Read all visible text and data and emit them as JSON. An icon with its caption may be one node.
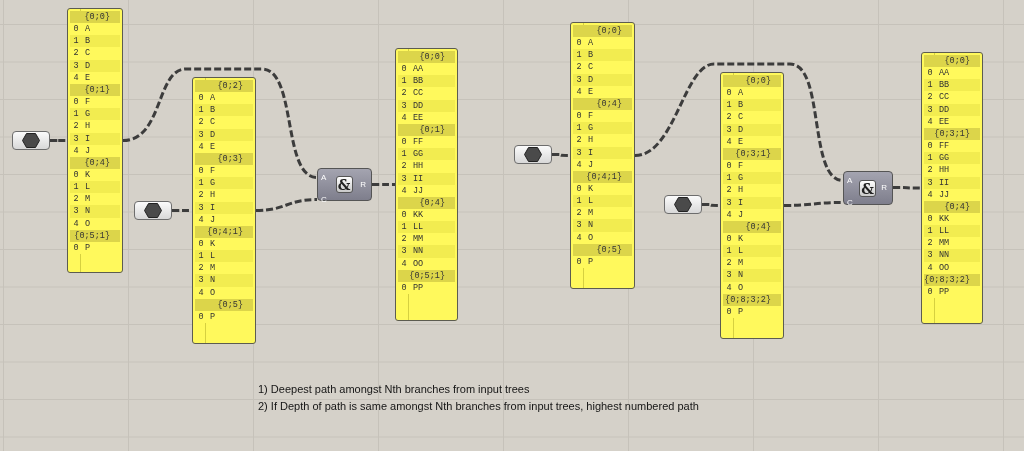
{
  "diagram": {
    "nodes": [
      {
        "text": [],
        "shape": "box"
      },
      {
        "text": [],
        "shape": "box"
      },
      {
        "text": [
          "{0;0}",
          "0",
          "A",
          "1",
          "B",
          "2",
          "C",
          "3",
          "D",
          "4",
          "E"
        ],
        "in": 1
      },
      {
        "text": [
          "{0;1}",
          "0",
          "F",
          "1",
          "G",
          "2",
          "H",
          "3",
          "I",
          "4",
          "J"
        ],
        "in": 1
      },
      {
        "text": [
          "{0;4}",
          "0",
          "K",
          "1",
          "L",
          "2",
          "M",
          "3",
          "N",
          "4",
          "O"
        ],
        "in": 1
      },
      {
        "text": [
          "{0;5;1}",
          "0",
          "P"
        ],
        "in": 1
      },
      {
        "text": [],
        "shape": "box"
      },
      {
        "text": [],
        "shape": "box"
      },
      {
        "text": [
          "{0;2}",
          "0",
          "A",
          "1",
          "B",
          "2",
          "C",
          "3",
          "D",
          "4",
          "E"
        ],
        "in": 7
      },
      {
        "text": [
          "{0;3}",
          "0",
          "F",
          "1",
          "G",
          "2",
          "H",
          "3",
          "I",
          "4",
          "J"
        ],
        "in": 7
      },
      {
        "text": [
          "{0;4;1}",
          "0",
          "K",
          "1",
          "L",
          "2",
          "M",
          "3",
          "N",
          "4",
          "O"
        ],
        "in": 7
      },
      {
        "text": [
          "{0;5}",
          "0",
          "P"
        ],
        "in": 7
      },
      {
        "text": [
          "A",
          "C",
          "&",
          "R"
        ]
      },
      {
        "text": [],
        "shape": "box"
      },
      {
        "text": [
          "{0;0}",
          "0",
          "AA",
          "1",
          "BB",
          "2",
          "CC",
          "3",
          "DD",
          "4",
          "EE"
        ],
        "in": 13
      },
      {
        "text": [
          "{0;1}",
          "0",
          "FF",
          "1",
          "GG",
          "2",
          "HH",
          "3",
          "II",
          "4",
          "JJ"
        ],
        "in": 13
      },
      {
        "text": [
          "{0;4}",
          "0",
          "KK",
          "1",
          "LL",
          "2",
          "MM",
          "3",
          "NN",
          "4",
          "OO"
        ],
        "in": 13
      },
      {
        "text": [
          "{0;5;1}",
          "0",
          "PP"
        ],
        "in": 13
      },
      {
        "text": [],
        "shape": "box"
      },
      {
        "text": [],
        "shape": "box"
      },
      {
        "text": [
          "{0;0}",
          "0",
          "A",
          "1",
          "B",
          "2",
          "C",
          "3",
          "D",
          "4",
          "E"
        ],
        "in": 19
      },
      {
        "text": [
          "{0;4}",
          "0",
          "F",
          "1",
          "G",
          "2",
          "H",
          "3",
          "I",
          "4",
          "J"
        ],
        "in": 19
      },
      {
        "text": [
          "{0;4;1}",
          "0",
          "K",
          "1",
          "L",
          "2",
          "M",
          "3",
          "N",
          "4",
          "O"
        ],
        "in": 19
      },
      {
        "text": [
          "{0;5}",
          "0",
          "P"
        ],
        "in": 19
      },
      {
        "text": [],
        "shape": "box"
      },
      {
        "text": [],
        "shape": "box"
      },
      {
        "text": [
          "{0;0}",
          "0",
          "A",
          "1",
          "B",
          "2",
          "C",
          "3",
          "D",
          "4",
          "E"
        ],
        "in": 25
      },
      {
        "text": [
          "{0;3;1}",
          "0",
          "F",
          "1",
          "G",
          "2",
          "H",
          "3",
          "I",
          "4",
          "J"
        ],
        "in": 25
      },
      {
        "text": [
          "{0;4}",
          "0",
          "K",
          "1",
          "L",
          "2",
          "M",
          "3",
          "N",
          "4",
          "O"
        ],
        "in": 25
      },
      {
        "text": [
          "{0;8;3;2}",
          "0",
          "P"
        ],
        "in": 25
      },
      {
        "text": [
          "A",
          "C",
          "&",
          "R"
        ]
      },
      {
        "text": [],
        "shape": "box"
      },
      {
        "text": [
          "{0;0}",
          "0",
          "AA",
          "1",
          "BB",
          "2",
          "CC",
          "3",
          "DD",
          "4",
          "EE"
        ],
        "in": 31
      },
      {
        "text": [
          "{0;3;1}",
          "0",
          "FF",
          "1",
          "GG",
          "2",
          "HH",
          "3",
          "II",
          "4",
          "JJ"
        ],
        "in": 31
      },
      {
        "text": [
          "{0;4}",
          "0",
          "KK",
          "1",
          "LL",
          "2",
          "MM",
          "3",
          "NN",
          "4",
          "OO"
        ],
        "in": 31
      },
      {
        "text": [
          "{0;8;3;2}",
          "0",
          "PP"
        ],
        "in": 31
      }
    ],
    "edges": [
      {
        "from": 0,
        "to": 1,
        "arrow": "none",
        "style": "dashed"
      },
      {
        "from": 6,
        "to": 7,
        "arrow": "none",
        "style": "dashed"
      },
      {
        "from": 1,
        "to": 12,
        "arrow": "none",
        "style": "dashed"
      },
      {
        "from": 7,
        "to": 12,
        "arrow": "none",
        "style": "dashed"
      },
      {
        "from": 12,
        "to": 13,
        "arrow": "none",
        "style": "dashed"
      },
      {
        "from": 18,
        "to": 19,
        "arrow": "none",
        "style": "dashed"
      },
      {
        "from": 24,
        "to": 25,
        "arrow": "none",
        "style": "dashed"
      },
      {
        "from": 19,
        "to": 30,
        "arrow": "none",
        "style": "dashed"
      },
      {
        "from": 25,
        "to": 30,
        "arrow": "none",
        "style": "dashed"
      },
      {
        "from": 30,
        "to": 31,
        "arrow": "none",
        "style": "dashed"
      }
    ],
    "labels": [
      "1) Deepest path amongst Nth branches from input trees",
      "2) If Depth of path is same amongst Nth branches from input trees, highest numbered path"
    ]
  }
}
